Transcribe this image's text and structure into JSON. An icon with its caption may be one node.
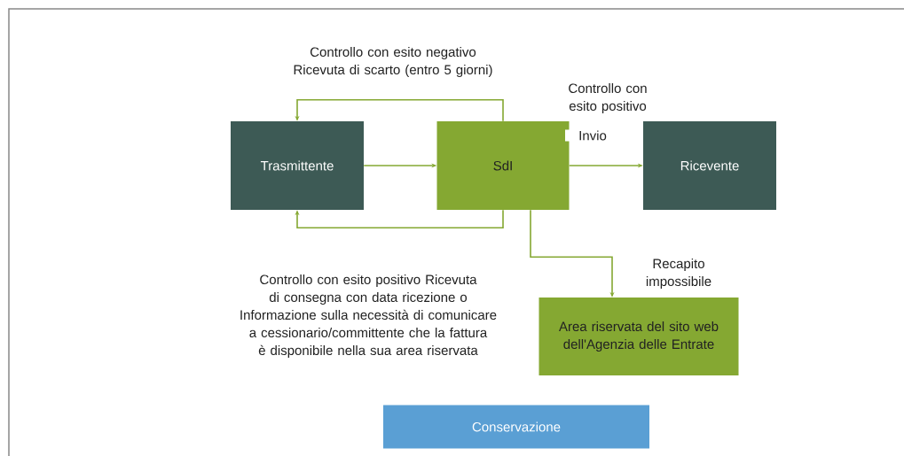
{
  "diagram": {
    "nodes": [
      {
        "text": [
          "Trasmittente"
        ]
      },
      {
        "text": [
          "SdI"
        ]
      },
      {
        "text": [
          "Ricevente"
        ]
      },
      {
        "text": [
          "Area riservata del sito web dell'Agenzia delle Entrate"
        ]
      },
      {
        "text": [
          "Conservazione"
        ]
      }
    ],
    "edges": [
      {
        "from": 0,
        "to": 1,
        "arrow": "to"
      },
      {
        "from": 1,
        "to": 0,
        "arrow": "to",
        "label": "Controllo con esito negativo Ricevuta di scarto (entro 5 giorni)"
      },
      {
        "from": 1,
        "to": 0,
        "arrow": "to",
        "label": "Controllo con esito positivo Ricevuta di consegna con data ricezione o Informazione sulla necessità di comunicare a cessionario/committente che la fattura è disponibile nella sua area riservata"
      },
      {
        "from": 1,
        "to": 2,
        "arrow": "to",
        "label": "Invio"
      },
      {
        "from": 1,
        "to": 3,
        "arrow": "to",
        "label": "Recapito impossibile"
      }
    ],
    "labels": [
      "Controllo con esito positivo"
    ]
  }
}
